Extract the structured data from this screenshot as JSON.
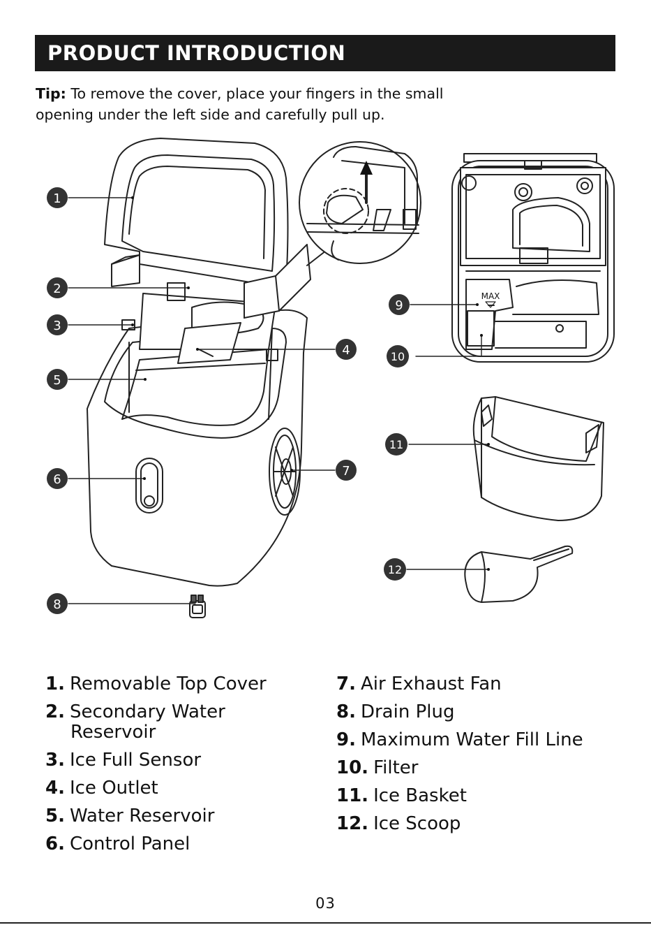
{
  "header": {
    "title": "PRODUCT INTRODUCTION"
  },
  "tip": {
    "label": "Tip:",
    "text": "To remove the cover, place your fingers in the small opening under the left side and carefully pull up."
  },
  "diagram": {
    "callouts": [
      "1",
      "2",
      "3",
      "4",
      "5",
      "6",
      "7",
      "8",
      "9",
      "10",
      "11",
      "12"
    ],
    "max_label": "MAX"
  },
  "parts_left": [
    {
      "num": "1.",
      "label": "Removable Top Cover",
      "cont": ""
    },
    {
      "num": "2.",
      "label": "Secondary Water",
      "cont": "Reservoir"
    },
    {
      "num": "3.",
      "label": "Ice Full Sensor",
      "cont": ""
    },
    {
      "num": "4.",
      "label": "Ice Outlet",
      "cont": ""
    },
    {
      "num": "5.",
      "label": "Water Reservoir",
      "cont": ""
    },
    {
      "num": "6.",
      "label": "Control Panel",
      "cont": ""
    }
  ],
  "parts_right": [
    {
      "num": "7.",
      "label": "Air Exhaust Fan"
    },
    {
      "num": "8.",
      "label": "Drain Plug"
    },
    {
      "num": "9.",
      "label": "Maximum Water Fill Line"
    },
    {
      "num": "10.",
      "label": "Filter"
    },
    {
      "num": "11.",
      "label": "Ice Basket"
    },
    {
      "num": "12.",
      "label": "Ice Scoop"
    }
  ],
  "footer": {
    "page_number": "03"
  }
}
